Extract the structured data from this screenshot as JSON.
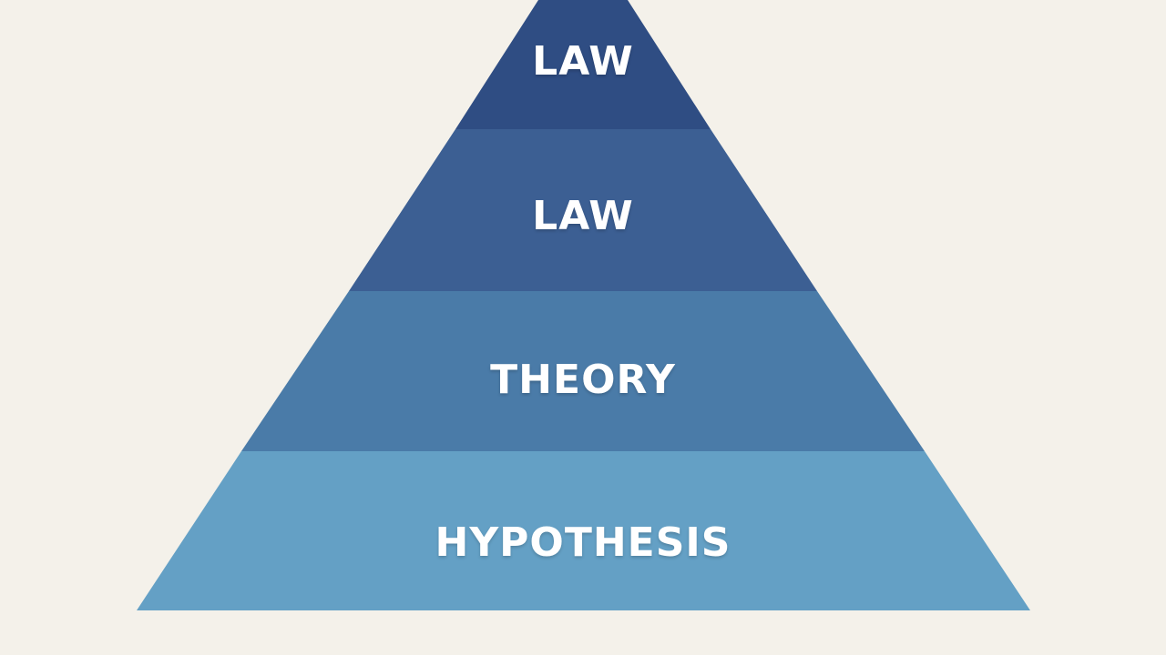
{
  "diagram": {
    "type": "pyramid",
    "background": "#f4f1ea",
    "layers": [
      {
        "label": "LAW",
        "color": "#2f4d83",
        "level": 1
      },
      {
        "label": "LAW",
        "color": "#3c5f93",
        "level": 2
      },
      {
        "label": "THEORY",
        "color": "#4a7ba8",
        "level": 3
      },
      {
        "label": "HYPOTHESIS",
        "color": "#64a0c5",
        "level": 4
      }
    ]
  }
}
